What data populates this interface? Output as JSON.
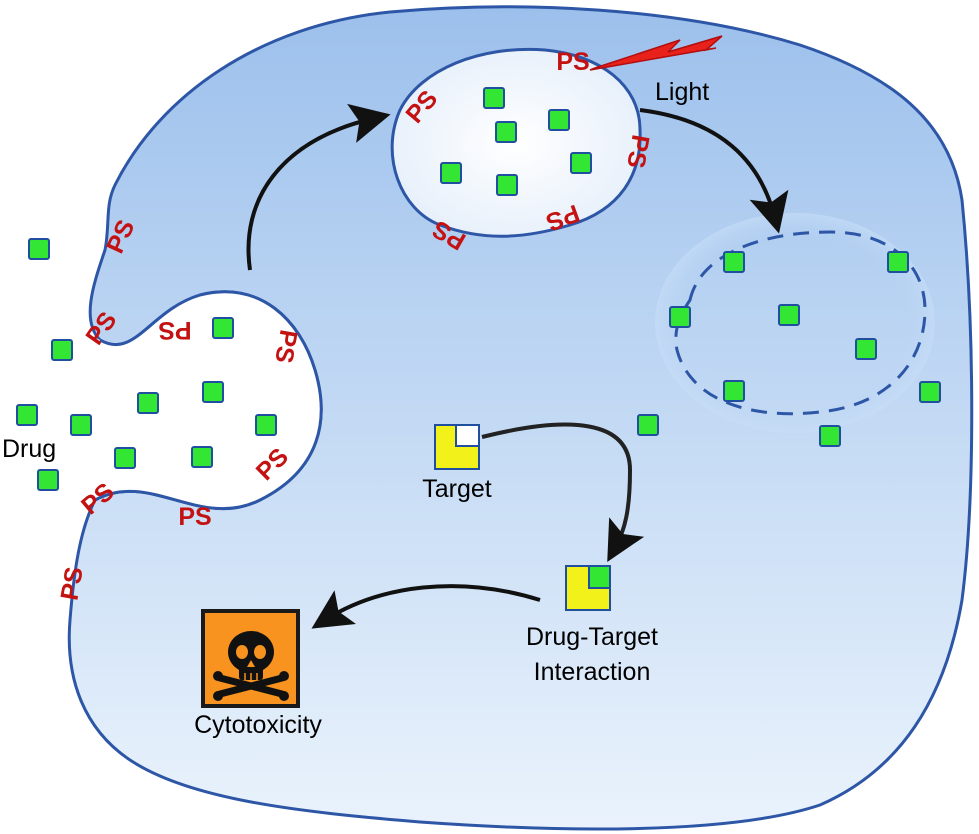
{
  "labels": {
    "drug": "Drug",
    "light": "Light",
    "target": "Target",
    "drug_target_line1": "Drug-Target",
    "drug_target_line2": "Interaction",
    "cytotoxicity": "Cytotoxicity"
  },
  "photosensitizer": "PS",
  "colors": {
    "cell_membrane": "#2d56a6",
    "cytoplasm_top": "#9cc0ec",
    "cytoplasm_bottom": "#eaf3fc",
    "drug": "#33e633",
    "target": "#f2f21a",
    "ps": "#c41212",
    "light": "#e8221b",
    "hazard": "#f7931e",
    "arrow": "#111111"
  },
  "icons": [
    "lightning-icon",
    "skull-crossbones-icon",
    "target-icon",
    "drug-target-icon"
  ]
}
